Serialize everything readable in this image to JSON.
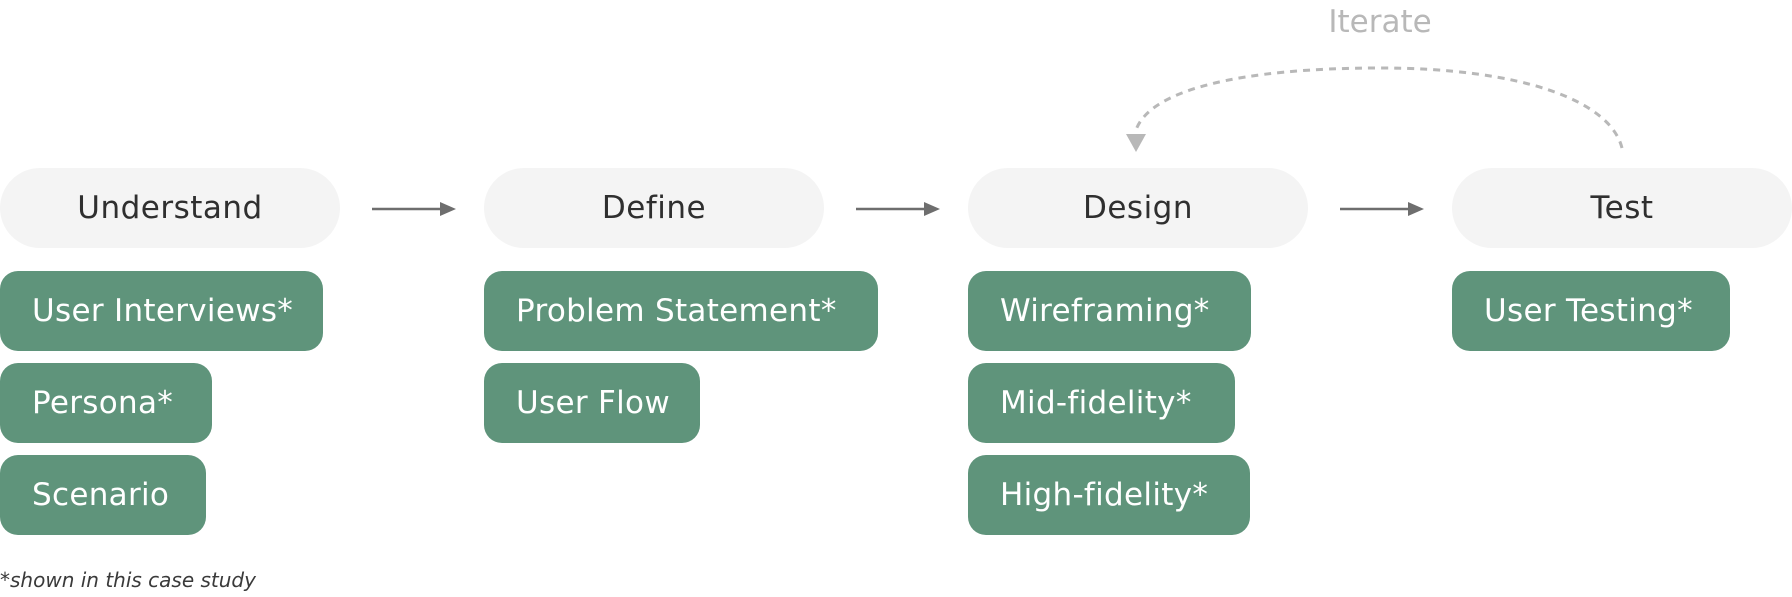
{
  "iterate_label": "Iterate",
  "phases": [
    {
      "label": "Understand",
      "tasks": [
        "User Interviews*",
        "Persona*",
        "Scenario"
      ]
    },
    {
      "label": "Define",
      "tasks": [
        "Problem Statement*",
        "User Flow"
      ]
    },
    {
      "label": "Design",
      "tasks": [
        "Wireframing*",
        "Mid-fidelity*",
        "High-fidelity*"
      ]
    },
    {
      "label": "Test",
      "tasks": [
        "User Testing*"
      ]
    }
  ],
  "footnote": "*shown in this case study",
  "colors": {
    "phase_bg": "#f4f4f4",
    "task_bg": "#5f947b",
    "arrow": "#6e6e6e",
    "iterate": "#b8b8b8"
  }
}
